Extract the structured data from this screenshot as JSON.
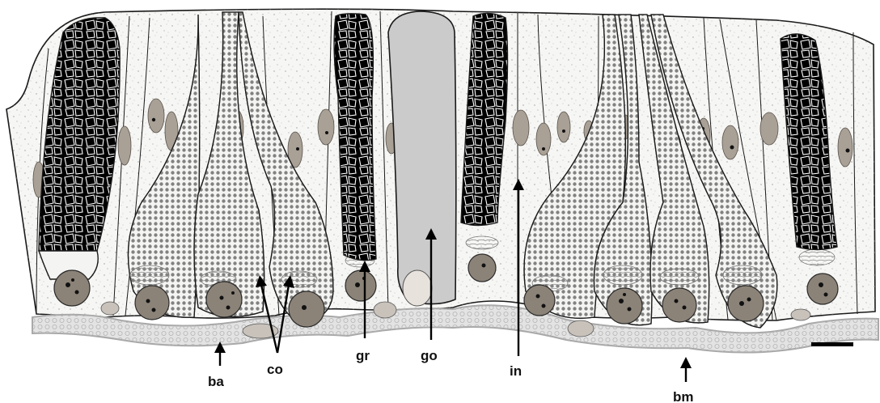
{
  "figure": {
    "labels": {
      "ba": "ba",
      "co": "co",
      "gr": "gr",
      "go": "go",
      "in": "in",
      "bm": "bm"
    },
    "colors": {
      "outline": "#1a1a1a",
      "cytoplasm": "#f6f6f4",
      "stipple": "#9a9a9a",
      "granule_cell": "#000000",
      "granule_cell_mesh": "#ffffff",
      "secretory_granules": "#777777",
      "gray_cell": "#c9c9c9",
      "nucleus": "#8c8378",
      "chromatin": "#111111",
      "lamina": "#d9d9d9",
      "lamina_edge": "#a8a8a8"
    }
  }
}
